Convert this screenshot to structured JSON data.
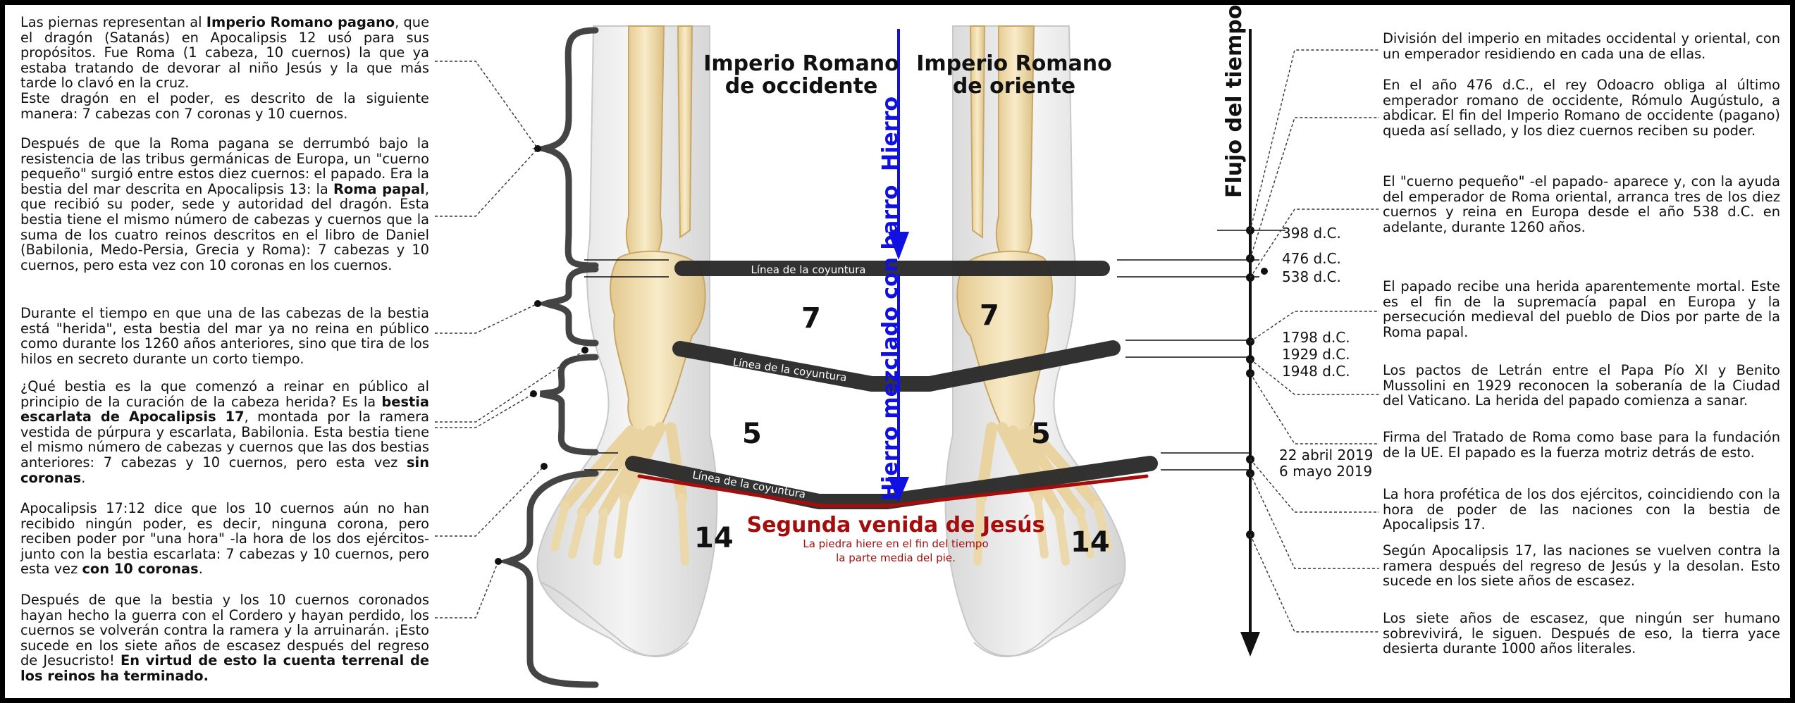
{
  "colors": {
    "iron": "#1010e0",
    "coming": "#a50d0d",
    "band": "#2a2a2a",
    "bone": "#f2dfb2"
  },
  "titles": {
    "west": [
      "Imperio Romano",
      "de occidente"
    ],
    "east": [
      "Imperio Romano",
      "de oriente"
    ]
  },
  "labels": {
    "iron": "Hierro",
    "iron_clay": "Hierro mezclado con barro",
    "time_flow": "Flujo del tiempo",
    "joint": "Línea de la coyuntura",
    "second_coming": "Segunda venida de Jesús",
    "stone_1": "La piedra hiere en el fin del tiempo",
    "stone_2": "la parte media del pie."
  },
  "toe_numbers": {
    "seven": "7",
    "five": "5",
    "fourteen": "14"
  },
  "timeline_dates": [
    "398 d.C.",
    "476 d.C.",
    "538 d.C.",
    "1798 d.C.",
    "1929 d.C.",
    "1948 d.C.",
    "22 abril 2019",
    "6 mayo 2019"
  ],
  "left_paragraphs": [
    [
      {
        "t": "Las piernas representan al "
      },
      {
        "t": "Imperio Romano pagano",
        "b": true
      },
      {
        "t": ", que el dragón (Satanás) en Apocalipsis 12 usó para sus propósitos. Fue Roma (1 cabeza, 10 cuernos) la que ya estaba tratando de devorar al niño Jesús y la que más tarde lo clavó en la cruz."
      },
      {
        "br": true
      },
      {
        "t": "Este dragón en el poder, es descrito de la siguiente manera: 7 cabezas con 7 coronas y 10 cuernos."
      }
    ],
    [
      {
        "t": "Después de que la Roma pagana se derrumbó bajo la resistencia de las tribus germánicas de Europa, un \"cuerno pequeño\" surgió entre estos diez cuernos: el papado. Era la bestia del mar descrita en Apocalipsis 13: la "
      },
      {
        "t": "Roma papal",
        "b": true
      },
      {
        "t": ", que recibió su poder, sede y autoridad del dragón. Esta bestia tiene el mismo número de cabezas y cuernos que la suma de los cuatro reinos descritos en el libro de Daniel (Babilonia, Medo-Persia, Grecia y Roma): 7 cabezas y 10 cuernos, pero esta vez con 10 coronas en los cuernos."
      }
    ],
    [
      {
        "t": "Durante el tiempo en que una de las cabezas de la bestia está \"herida\", esta bestia del mar ya no reina en público como durante los 1260 años anteriores, sino que tira de los hilos en secreto durante un corto tiempo."
      }
    ],
    [
      {
        "t": "¿Qué bestia es la que comenzó a reinar en público al principio de la curación de la cabeza herida? Es la "
      },
      {
        "t": "bestia escarlata de Apocalipsis 17",
        "b": true
      },
      {
        "t": ", montada por la ramera vestida de púrpura y escarlata, Babilonia. Esta bestia tiene el mismo número de cabezas y cuernos que las dos bestias anteriores: 7 cabezas y 10 cuernos, pero esta vez "
      },
      {
        "t": "sin coronas",
        "b": true
      },
      {
        "t": "."
      }
    ],
    [
      {
        "t": "Apocalipsis 17:12 dice que los 10 cuernos aún no han recibido ningún poder, es decir, ninguna corona, pero reciben poder por \"una hora\" -la hora de los dos ejércitos- junto con la bestia escarlata: 7 cabezas y 10 cuernos, pero esta vez "
      },
      {
        "t": "con 10 coronas",
        "b": true
      },
      {
        "t": "."
      }
    ],
    [
      {
        "t": "Después de que la bestia y los 10 cuernos coronados hayan hecho la guerra con el Cordero y hayan perdido, los cuernos se volverán contra la ramera y la arruinarán. ¡Esto sucede en los siete años de escasez después del regreso de Jesucristo! "
      },
      {
        "t": "En virtud de esto la cuenta terrenal de los reinos ha terminado.",
        "b": true
      }
    ]
  ],
  "right_paragraphs": [
    "División del imperio en mitades occidental y oriental, con un emperador residiendo en cada una de ellas.",
    "En el año 476 d.C., el rey Odoacro obliga al último emperador romano de occidente, Rómulo Augústulo, a abdicar. El fin del Imperio Romano de occidente (pagano) queda así sellado, y los diez cuernos reciben su poder.",
    "El \"cuerno pequeño\" -el papado- aparece y, con la ayuda del emperador de Roma oriental, arranca tres de los diez cuernos y reina en Europa desde el año 538 d.C. en adelante, durante 1260 años.",
    "El papado recibe una herida aparentemente mortal. Este es el fin de la supremacía papal en Europa y la persecución medieval del pueblo de Dios por parte de la Roma papal.",
    "Los pactos de Letrán entre el Papa Pío XI y Benito Mussolini en 1929 reconocen la soberanía de la Ciudad del Vaticano. La herida del papado comienza a sanar.",
    "Firma del Tratado de Roma como base para la fundación de la UE. El papado es la fuerza motriz detrás de esto.",
    "La hora profética de los dos ejércitos, coincidiendo con la hora de poder de las naciones con la bestia de Apocalipsis 17.",
    "Según Apocalipsis 17, las naciones se vuelven contra la ramera después del regreso de Jesús y la desolan. Esto sucede en los siete años de escasez.",
    "Los siete años de escasez, que ningún ser humano sobrevivirá, le siguen. Después de eso, la tierra yace desierta durante 1000 años literales."
  ]
}
